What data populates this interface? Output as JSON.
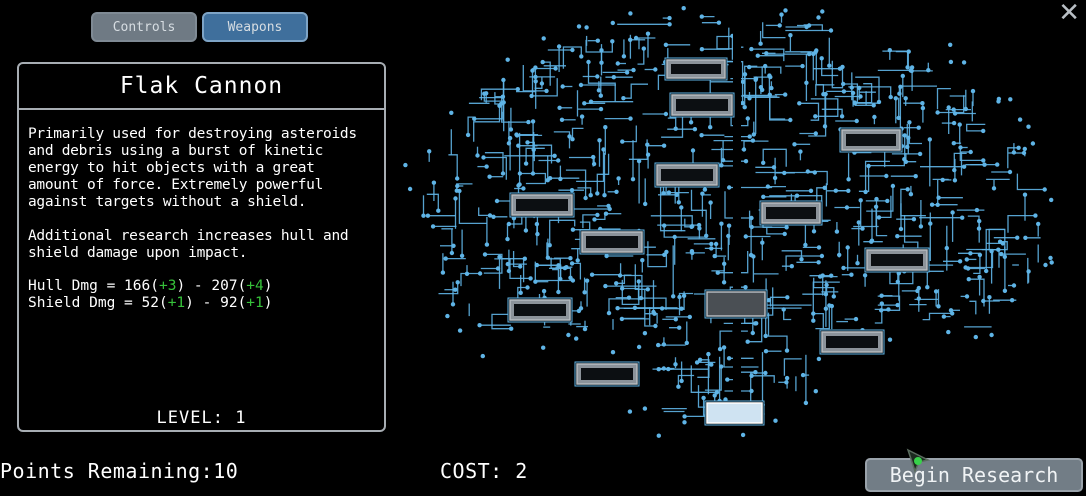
{
  "tabs": {
    "controls": "Controls",
    "weapons": "Weapons"
  },
  "weapon": {
    "name": "Flak Cannon",
    "description": "Primarily used for destroying asteroids\nand debris using a burst of kinetic\nenergy to hit objects with a great\namount of force. Extremely powerful\nagainst targets without a shield.\n\nAdditional research increases hull and\nshield damage upon impact.",
    "hull": {
      "label": "Hull Dmg = ",
      "base": "166",
      "base_inc": "+3",
      "max": "207",
      "max_inc": "+4"
    },
    "shield": {
      "label": "Shield Dmg = ",
      "base": "52",
      "base_inc": "+1",
      "max": "92",
      "max_inc": "+1"
    },
    "level": "LEVEL: 1"
  },
  "footer": {
    "points": "Points Remaining:10",
    "cost": "COST: 2",
    "begin": "Begin Research"
  },
  "icons": {
    "close": "close-icon",
    "cursor": "cursor-icon",
    "brain": "circuit-brain-icon"
  },
  "colors": {
    "circuit": "#5fb4e6",
    "highlight": "#36c23a",
    "chip": "#8c939a",
    "selected_chip": "#cfe3f2"
  }
}
